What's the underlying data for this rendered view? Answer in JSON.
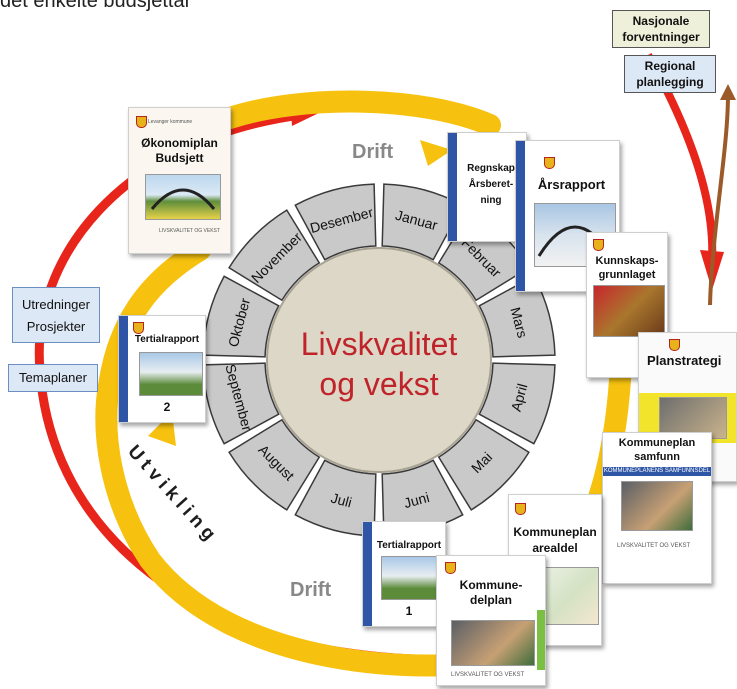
{
  "header_partial": "det enkelte budsjettår",
  "center": {
    "line1": "Livskvalitet",
    "line2": "og vekst"
  },
  "months": [
    "Januar",
    "Februar",
    "Mars",
    "April",
    "Mai",
    "Juni",
    "Juli",
    "August",
    "September",
    "Oktober",
    "November",
    "Desember"
  ],
  "arrow_labels": {
    "drift_top": "Drift",
    "drift_bottom": "Drift",
    "utvikling": "Utvikling"
  },
  "left_boxes": {
    "box1_line1": "Utredninger",
    "box1_line2": "Prosjekter",
    "box2": "Temaplaner"
  },
  "top_right_boxes": {
    "nasjonale_line1": "Nasjonale",
    "nasjonale_line2": "forventninger",
    "regional_line1": "Regional",
    "regional_line2": "planlegging"
  },
  "documents": {
    "okonomiplan": {
      "line1": "Økonomiplan",
      "line2": "Budsjett",
      "org": "Levanger kommune",
      "sub": "LIVSKVALITET OG VEKST"
    },
    "regnskap": {
      "line1": "Regnskap",
      "line2": "Årsberet-",
      "line3": "ning"
    },
    "arsrapport": {
      "title": "Årsrapport"
    },
    "kunnskap": {
      "line1": "Kunnskaps-",
      "line2": "grunnlaget"
    },
    "planstrategi": {
      "title": "Planstrategi"
    },
    "kommuneplan_samfunn": {
      "line1": "Kommuneplan",
      "line2": "samfunn",
      "banner": "KOMMUNEPLANENS SAMFUNNSDEL",
      "footer": "LIVSKVALITET OG VEKST"
    },
    "tertial2": {
      "title": "Tertialrapport",
      "number": "2"
    },
    "tertial1": {
      "title": "Tertialrapport",
      "number": "1"
    },
    "kommuneplan_arealdel": {
      "line1": "Kommuneplan",
      "line2": "arealdel"
    },
    "kommunedelplan": {
      "line1": "Kommune-",
      "line2": "delplan",
      "footer": "LIVSKVALITET OG VEKST"
    }
  },
  "colors": {
    "red_arrow": "#e8251b",
    "yellow_arrow": "#f6c20f",
    "brown_arrow": "#9b5a2a",
    "segment": "#c9c9c9",
    "center_fill": "#dcd7c6",
    "center_text": "#c0242a",
    "doc_bar": "#2f56a6"
  }
}
